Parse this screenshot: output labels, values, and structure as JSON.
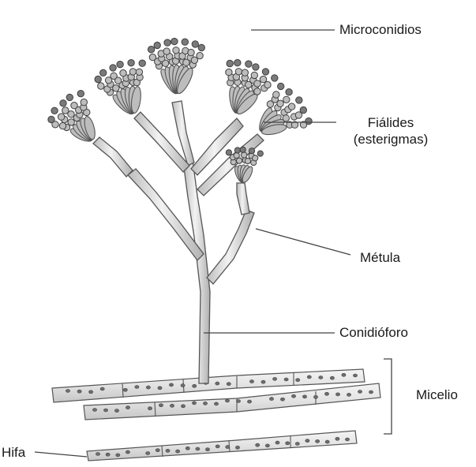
{
  "diagram": {
    "labels": {
      "microconidios": "Microconidios",
      "fialides_line1": "Fiálides",
      "fialides_line2": "(esterigmas)",
      "metula": "Métula",
      "conidioforo": "Conidióforo",
      "micelio": "Micelio",
      "hifa": "Hifa"
    },
    "colors": {
      "outline": "#555555",
      "fill_light": "#e6e6e6",
      "fill_mid": "#bdbdbd",
      "fill_dark": "#7a7a7a",
      "leader": "#444444"
    }
  }
}
